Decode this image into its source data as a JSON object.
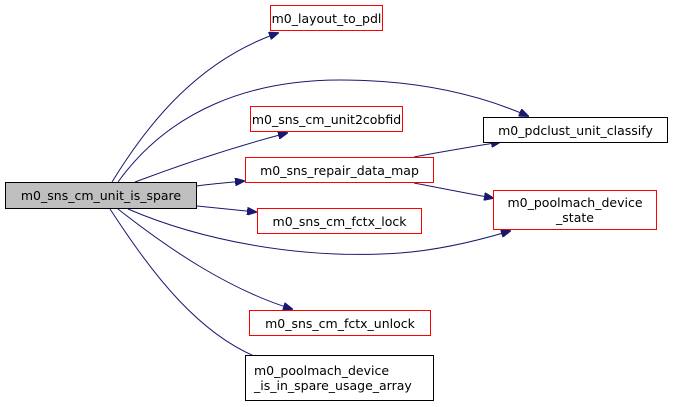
{
  "graph": {
    "title": "m0_sns_cm_unit_is_spare call graph",
    "colors": {
      "edge": "#191970",
      "red_border": "#ff0000",
      "black_border": "#000000",
      "main_fill": "#bfbfbf"
    },
    "nodes": [
      {
        "id": "main",
        "lines": [
          "m0_sns_cm_unit_is_spare"
        ],
        "style": "main"
      },
      {
        "id": "layout_to_pdl",
        "lines": [
          "m0_layout_to_pdl"
        ],
        "style": "red"
      },
      {
        "id": "unit2cobfid",
        "lines": [
          "m0_sns_cm_unit2cobfid"
        ],
        "style": "red"
      },
      {
        "id": "repair_data_map",
        "lines": [
          "m0_sns_repair_data_map"
        ],
        "style": "red"
      },
      {
        "id": "fctx_lock",
        "lines": [
          "m0_sns_cm_fctx_lock"
        ],
        "style": "red"
      },
      {
        "id": "fctx_unlock",
        "lines": [
          "m0_sns_cm_fctx_unlock"
        ],
        "style": "red"
      },
      {
        "id": "spare_usage",
        "lines": [
          "m0_poolmach_device",
          "_is_in_spare_usage_array"
        ],
        "style": "black"
      },
      {
        "id": "unit_classify",
        "lines": [
          "m0_pdclust_unit_classify"
        ],
        "style": "black"
      },
      {
        "id": "device_state",
        "lines": [
          "m0_poolmach_device",
          "_state"
        ],
        "style": "red"
      }
    ],
    "edges": [
      {
        "from": "main",
        "to": "layout_to_pdl"
      },
      {
        "from": "main",
        "to": "unit_classify"
      },
      {
        "from": "main",
        "to": "unit2cobfid"
      },
      {
        "from": "main",
        "to": "repair_data_map"
      },
      {
        "from": "main",
        "to": "fctx_lock"
      },
      {
        "from": "main",
        "to": "device_state"
      },
      {
        "from": "main",
        "to": "fctx_unlock"
      },
      {
        "from": "main",
        "to": "spare_usage"
      },
      {
        "from": "repair_data_map",
        "to": "unit_classify"
      },
      {
        "from": "repair_data_map",
        "to": "device_state"
      }
    ]
  }
}
